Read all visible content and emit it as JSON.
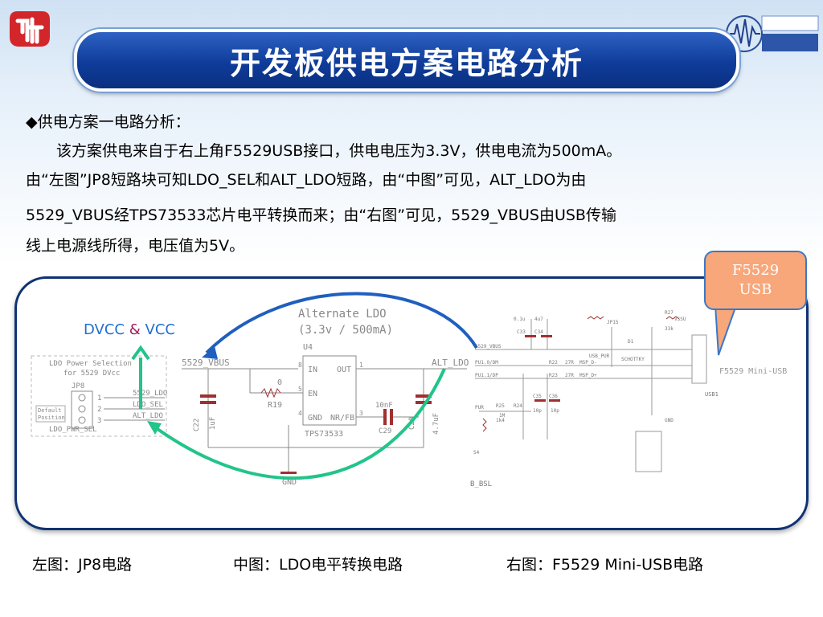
{
  "slide": {
    "title": "开发板供电方案电路分析",
    "bullet_glyph": "◆",
    "bullet_text": "供电方案一电路分析：",
    "paragraph": [
      "　　该方案供电来自于右上角F5529USB接口，供电电压为3.3V，供电电流为500mA。",
      "由“左图”JP8短路块可知LDO_SEL和ALT_LDO短路，由“中图”可见，ALT_LDO为由",
      "5529_VBUS经TPS73533芯片电平转换而来；由“右图”可见，5529_VBUS由USB传输",
      "线上电源线所得，电压值为5V。"
    ],
    "callout": {
      "line1": "F5529",
      "line2": "USB"
    },
    "dvcc": {
      "a": "DVCC",
      "amp": "&",
      "b": "VCC"
    },
    "captions": {
      "left": "左图：JP8电路",
      "mid": "中图：LDO电平转换电路",
      "right": "右图：F5529 Mini-USB电路"
    }
  },
  "schematic_left": {
    "title1": "LDO Power Selection",
    "title2": "for 5529 DVcc",
    "jp": "JP8",
    "pins": [
      "1",
      "2",
      "3"
    ],
    "default1": "Default",
    "default2": "Position",
    "nets": [
      "5529_LDO",
      "LDO_SEL",
      "ALT_LDO"
    ],
    "bottom": "LDO_PWR_SEL"
  },
  "schematic_mid": {
    "title1": "Alternate LDO",
    "title2": "(3.3v / 500mA)",
    "u": "U4",
    "in_net": "5529_VBUS",
    "out_net": "ALT_LDO",
    "chip": "TPS73533",
    "pins": {
      "in": "IN",
      "out": "OUT",
      "en": "EN",
      "gnd": "GND",
      "nr": "NR/FB"
    },
    "pin_nums": [
      "8",
      "5",
      "4",
      "1",
      "3"
    ],
    "r_val": "0",
    "r_name": "R19",
    "c22": "C22",
    "c22v": "1uF",
    "c29v": "10nF",
    "c29": "C29",
    "c28": "C28",
    "c28v": "4.7uF",
    "gnd": "GND"
  },
  "schematic_right": {
    "conn": "F5529 Mini-USB",
    "usbl": "USB1",
    "labels": [
      "5529_VBUS",
      "PU1.0/DM",
      "PU1.1/DP",
      "PUR",
      "R22",
      "27R",
      "R23",
      "27R",
      "MSP_D-",
      "MSP_D+",
      "C33",
      "C34",
      "C35",
      "C36",
      "R25",
      "R24",
      "R27",
      "JP15",
      "D1",
      "S4",
      "B_BSL",
      "USB_PUR",
      "SCHOTTKY",
      "33k",
      "1M",
      "1k4",
      "10p",
      "10p",
      "0.1u",
      "4u7",
      "VSSU",
      "GND"
    ]
  },
  "colors": {
    "title_bg": "#0f3c9a",
    "frame": "#0f3272",
    "blue_arrow": "#1f5fbf",
    "green_arrow": "#22c48a",
    "callout": "#f7a77a",
    "dvcc": "#1f6fd0",
    "amp": "#a02060"
  }
}
